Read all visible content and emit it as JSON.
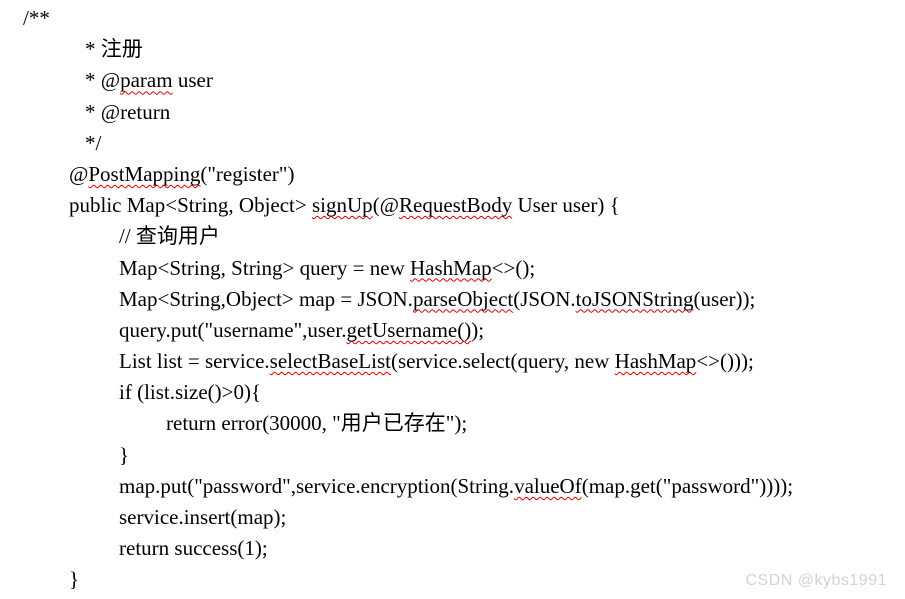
{
  "colors": {
    "background": "#ffffff",
    "text": "#000000",
    "squiggle": "#e00000",
    "watermark": "#d4d4d4"
  },
  "watermark": {
    "text": "CSDN @kybs1991"
  },
  "code": {
    "language": "java",
    "lines": [
      {
        "indent": 0,
        "seg": [
          {
            "t": "/**"
          }
        ]
      },
      {
        "indent": 1,
        "seg": [
          {
            "t": "* 注册"
          }
        ]
      },
      {
        "indent": 1,
        "seg": [
          {
            "t": "* @"
          },
          {
            "t": "param",
            "e": true
          },
          {
            "t": " user"
          }
        ]
      },
      {
        "indent": 1,
        "seg": [
          {
            "t": "* @return"
          }
        ]
      },
      {
        "indent": 1,
        "seg": [
          {
            "t": "*/"
          }
        ]
      },
      {
        "indent": 2,
        "seg": [
          {
            "t": "@"
          },
          {
            "t": "PostMapping",
            "e": true
          },
          {
            "t": "(\"register\")"
          }
        ]
      },
      {
        "indent": 2,
        "seg": [
          {
            "t": "public Map<String, Object> "
          },
          {
            "t": "signUp",
            "e": true
          },
          {
            "t": "(@"
          },
          {
            "t": "RequestBody",
            "e": true
          },
          {
            "t": " User user) {"
          }
        ]
      },
      {
        "indent": 3,
        "seg": [
          {
            "t": "// 查询用户"
          }
        ]
      },
      {
        "indent": 3,
        "seg": [
          {
            "t": "Map<String, String> query = new "
          },
          {
            "t": "HashMap",
            "e": true
          },
          {
            "t": "<>();"
          }
        ]
      },
      {
        "indent": 3,
        "seg": [
          {
            "t": "Map<String,Object> map = JSON."
          },
          {
            "t": "parseObject",
            "e": true
          },
          {
            "t": "(JSON."
          },
          {
            "t": "toJSONString",
            "e": true
          },
          {
            "t": "(user));"
          }
        ]
      },
      {
        "indent": 3,
        "seg": [
          {
            "t": "query.put(\"username\",user."
          },
          {
            "t": "getUsername()",
            "e": true
          },
          {
            "t": ");"
          }
        ]
      },
      {
        "indent": 3,
        "seg": [
          {
            "t": "List list = service."
          },
          {
            "t": "selectBaseList",
            "e": true
          },
          {
            "t": "(service.select(query, new "
          },
          {
            "t": "HashMap",
            "e": true
          },
          {
            "t": "<>()));"
          }
        ]
      },
      {
        "indent": 3,
        "seg": [
          {
            "t": "if (list.size()>0){"
          }
        ]
      },
      {
        "indent": 4,
        "seg": [
          {
            "t": "return error(30000, \"用户已存在\");"
          }
        ]
      },
      {
        "indent": 3,
        "seg": [
          {
            "t": "}"
          }
        ]
      },
      {
        "indent": 3,
        "seg": [
          {
            "t": "map.put(\"password\",service.encryption(String."
          },
          {
            "t": "valueOf",
            "e": true
          },
          {
            "t": "(map.get(\"password\"))));"
          }
        ]
      },
      {
        "indent": 3,
        "seg": [
          {
            "t": "service.insert(map);"
          }
        ]
      },
      {
        "indent": 3,
        "seg": [
          {
            "t": "return success(1);"
          }
        ]
      },
      {
        "indent": 2,
        "seg": [
          {
            "t": "}"
          }
        ]
      }
    ]
  }
}
